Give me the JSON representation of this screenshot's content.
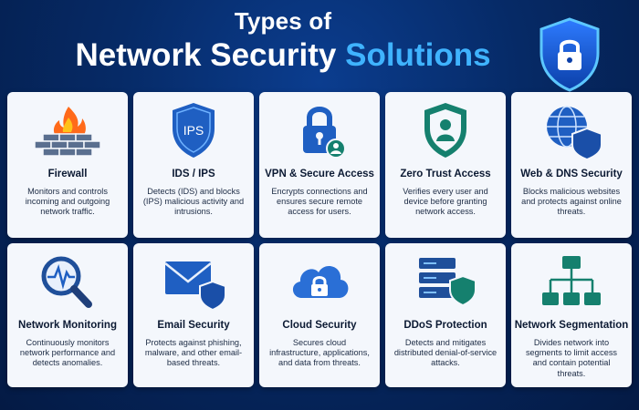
{
  "title": {
    "line1": "Types of",
    "line2_main": "Network Security",
    "line2_accent": "Solutions"
  },
  "colors": {
    "background": "#062a66",
    "accent": "#3fb3ff",
    "icon_blue": "#1f5fc2",
    "icon_teal": "#15806e",
    "fire": "#ff6a1a"
  },
  "cards": [
    {
      "icon": "firewall-icon",
      "title": "Firewall",
      "desc": "Monitors and controls incoming and outgoing network traffic."
    },
    {
      "icon": "ips-shield-icon",
      "icon_label": "IPS",
      "title": "IDS / IPS",
      "desc": "Detects (IDS) and blocks (IPS) malicious activity and intrusions."
    },
    {
      "icon": "lock-user-icon",
      "title": "VPN & Secure Access",
      "desc": "Encrypts connections and ensures secure remote access for users."
    },
    {
      "icon": "user-shield-icon",
      "title": "Zero Trust Access",
      "desc": "Verifies every user and device before granting network access."
    },
    {
      "icon": "globe-shield-icon",
      "title": "Web & DNS Security",
      "desc": "Blocks malicious websites and protects against online threats."
    },
    {
      "icon": "magnifier-pulse-icon",
      "title": "Network Monitoring",
      "desc": "Continuously monitors network performance and detects anomalies."
    },
    {
      "icon": "envelope-shield-icon",
      "title": "Email Security",
      "desc": "Protects against phishing, malware, and other email-based threats."
    },
    {
      "icon": "cloud-lock-icon",
      "title": "Cloud Security",
      "desc": "Secures cloud infrastructure, applications, and data from threats."
    },
    {
      "icon": "server-shield-icon",
      "title": "DDoS Protection",
      "desc": "Detects and mitigates distributed denial-of-service attacks."
    },
    {
      "icon": "network-tree-icon",
      "title": "Network Segmentation",
      "desc": "Divides network into segments to limit access and contain potential threats."
    }
  ]
}
